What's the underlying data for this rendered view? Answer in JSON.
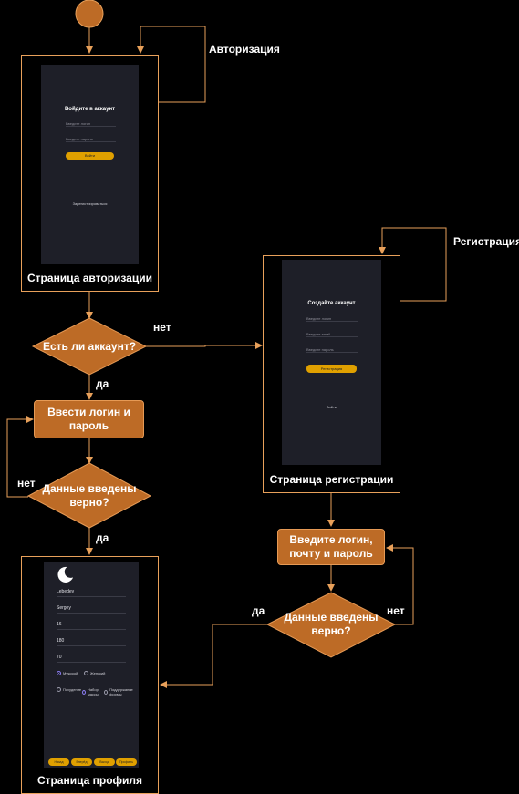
{
  "colors": {
    "accent": "#bd6b26",
    "edge": "#e8a05a",
    "phone_bg": "#1e1f28",
    "button": "#e0a000"
  },
  "loops": {
    "auth": "Авторизация",
    "register": "Регистрация"
  },
  "auth_screen": {
    "caption": "Страница авторизации",
    "title": "Войдите в аккаунт",
    "login_placeholder": "Введите логин",
    "password_placeholder": "Введите пароль",
    "button": "Войти",
    "link": "Зарегистрироваться"
  },
  "decision_account": {
    "text": "Есть ли аккаунт?",
    "no": "нет",
    "yes": "да"
  },
  "register_screen": {
    "caption": "Страница регистрации",
    "title": "Создайте аккаунт",
    "login_placeholder": "Введите логин",
    "email_placeholder": "Введите email",
    "password_placeholder": "Введите пароль",
    "button": "Регистрация",
    "link": "Войти"
  },
  "process_login": {
    "text": "Ввести логин и пароль"
  },
  "decision_login": {
    "text": "Данные введены верно?",
    "no": "нет",
    "yes": "да"
  },
  "process_register": {
    "text": "Введите логин, почту и пароль"
  },
  "decision_register": {
    "text": "Данные введены верно?",
    "yes": "да",
    "no": "нет"
  },
  "profile_screen": {
    "caption": "Страница профиля",
    "fields": [
      "Lebedev",
      "Sergey",
      "16",
      "180",
      "70"
    ],
    "gender": [
      "Мужской",
      "Женский"
    ],
    "goals": [
      "Похудение",
      "Набор массы",
      "Поддержание формы"
    ],
    "nav": [
      "Назад",
      "Вперёд",
      "Выход",
      "Профиль"
    ]
  }
}
